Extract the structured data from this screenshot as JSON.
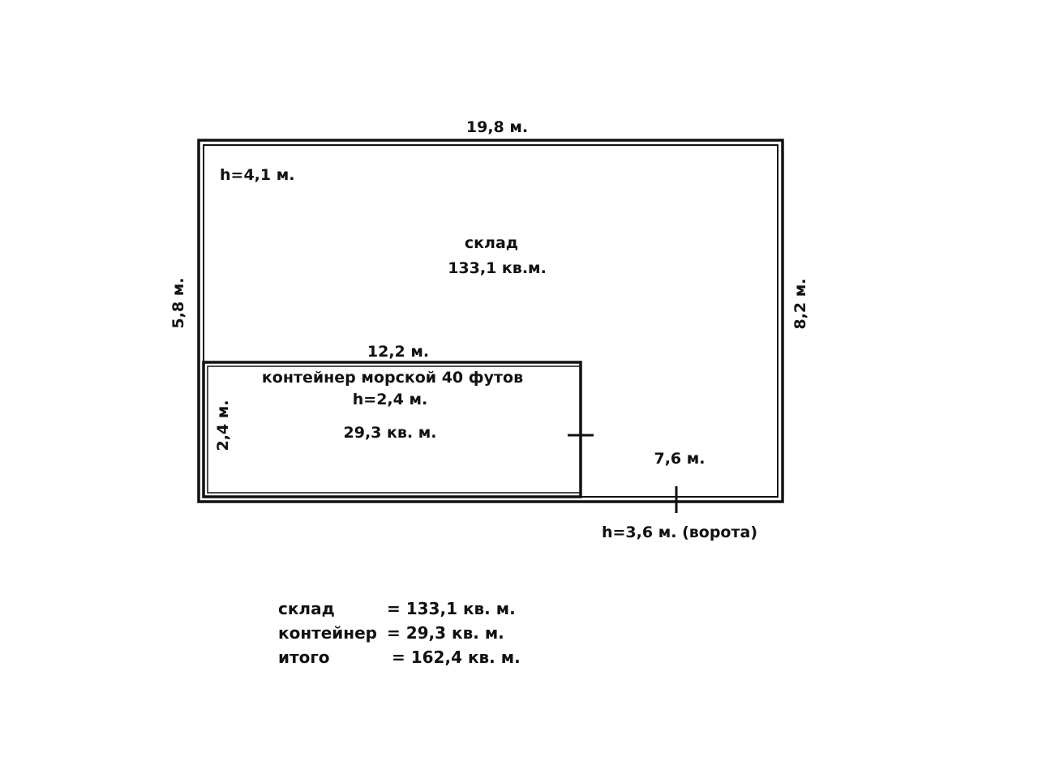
{
  "warehouse": {
    "name": "склад",
    "area": "133,1 кв.м.",
    "width_label": "19,8 м.",
    "left_label": "5,8 м.",
    "right_label": "8,2 м.",
    "height_label": "h=4,1 м."
  },
  "container": {
    "name": "контейнер морской 40 футов",
    "height_label": "h=2,4 м.",
    "area": "29,3 кв. м.",
    "width_label": "12,2 м.",
    "side_label": "2,4 м."
  },
  "gate": {
    "width_label": "7,6 м.",
    "height_label": "h=3,6 м. (ворота)"
  },
  "summary": [
    {
      "name": "склад",
      "value": "= 133,1  кв. м."
    },
    {
      "name": "контейнер",
      "value": "= 29,3  кв. м."
    },
    {
      "name": "итого",
      "value": "= 162,4 кв. м."
    }
  ]
}
